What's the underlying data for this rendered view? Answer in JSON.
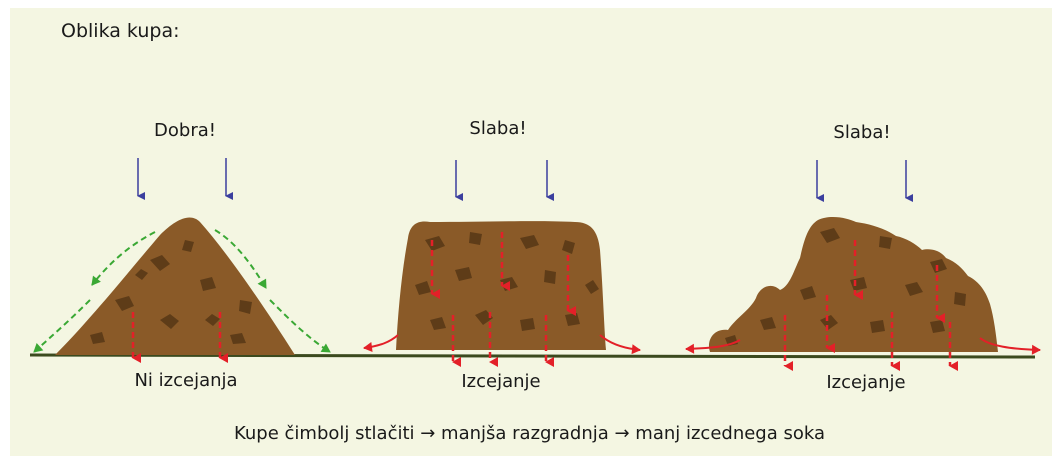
{
  "heading": "Oblika kupa:",
  "piles": [
    {
      "verdict": "Dobra!",
      "outcome": "Ni izcejanja"
    },
    {
      "verdict": "Slaba!",
      "outcome": "Izcejanje"
    },
    {
      "verdict": "Slaba!",
      "outcome": "Izcejanje"
    }
  ],
  "summary": "Kupe čimbolj stlačiti → manjša razgradnja → manj izcednega soka",
  "colors": {
    "background": "#f4f6e2",
    "pile": "#8a5a28",
    "pile_dark": "#5e3c18",
    "ground": "#3b4a1e",
    "pressure_arrow": "#3b3f9e",
    "runoff_arrow": "#3aa834",
    "leachate_arrow": "#e32028"
  }
}
